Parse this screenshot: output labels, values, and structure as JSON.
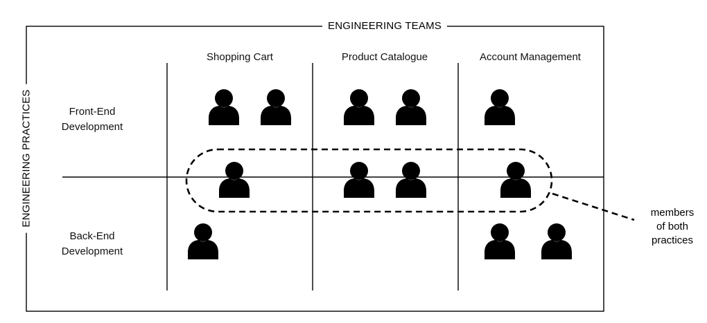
{
  "title_top": "ENGINEERING TEAMS",
  "title_side": "ENGINEERING PRACTICES",
  "columns": [
    "Shopping Cart",
    "Product Catalogue",
    "Account Management"
  ],
  "rows": [
    {
      "line1": "Front-End",
      "line2": "Development"
    },
    {
      "line1": "Back-End",
      "line2": "Development"
    }
  ],
  "annotation": [
    "members",
    "of both",
    "practices"
  ],
  "person_icon": "person-silhouette-icon",
  "colors": {
    "stroke": "#000000",
    "background": "#ffffff"
  }
}
